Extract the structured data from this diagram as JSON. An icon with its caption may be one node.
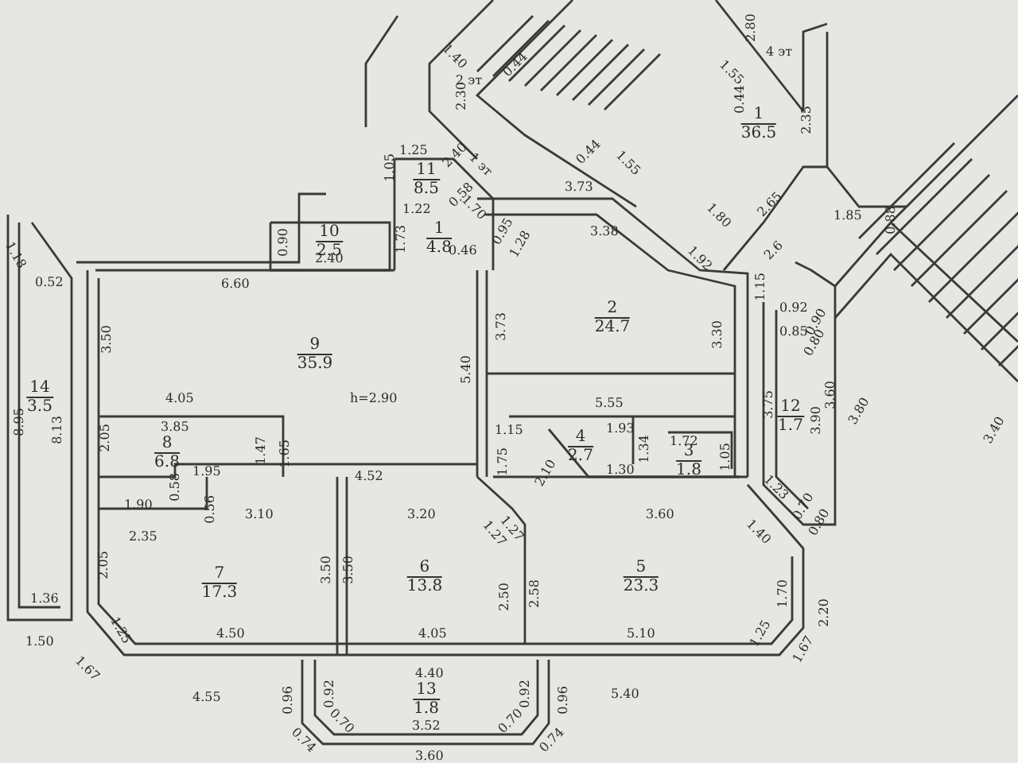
{
  "diagram": {
    "nodes": [
      {
        "text": [
          "1",
          "36.5"
        ]
      },
      {
        "text": [
          "11",
          "8.5"
        ]
      },
      {
        "text": [
          "10",
          "2.5"
        ]
      },
      {
        "text": [
          "1",
          "4.8"
        ]
      },
      {
        "text": [
          "2",
          "24.7"
        ]
      },
      {
        "text": [
          "9",
          "35.9"
        ]
      },
      {
        "text": [
          "14",
          "3.5"
        ]
      },
      {
        "text": [
          "12",
          "1.7"
        ]
      },
      {
        "text": [
          "8",
          "6.8"
        ]
      },
      {
        "text": [
          "4",
          "2.7"
        ]
      },
      {
        "text": [
          "3",
          "1.8"
        ]
      },
      {
        "text": [
          "6",
          "13.8"
        ]
      },
      {
        "text": [
          "7",
          "17.3"
        ]
      },
      {
        "text": [
          "5",
          "23.3"
        ]
      },
      {
        "text": [
          "13",
          "1.8"
        ]
      }
    ],
    "labels": [
      "2.80",
      "4 эт",
      "1.40",
      "0.44",
      "1.55",
      "2 эт",
      "2.30",
      "0.44",
      "2.35",
      "1.05",
      "1.25",
      "2.40",
      "1 эт",
      "0.44",
      "1.55",
      "3.73",
      "1.22",
      "0.58",
      "1.70",
      "2.65",
      "1.80",
      "1.85",
      "0.88",
      "3.38",
      "0.95",
      "0.46",
      "1.28",
      "1.92",
      "2.6",
      "0.90",
      "1.73",
      "2.40",
      "1.18",
      "0.52",
      "6.60",
      "1.15",
      "3.50",
      "3.73",
      "3.30",
      "0.92",
      "0.90",
      "0.85",
      "0.80",
      "5.40",
      "4.05",
      "h=2.90",
      "5.55",
      "3.75",
      "3.60",
      "3.90",
      "3.80",
      "3.85",
      "8.95",
      "8.13",
      "2.05",
      "1.15",
      "1.93",
      "1.72",
      "1.47",
      "1.65",
      "3.40",
      "1.34",
      "1.05",
      "1.95",
      "2.10",
      "1.30",
      "1.75",
      "4.52",
      "0.58",
      "1.90",
      "0.56",
      "3.10",
      "3.20",
      "3.60",
      "1.23",
      "0.70",
      "0.80",
      "2.35",
      "1.27",
      "1.27",
      "1.40",
      "2.05",
      "3.50",
      "3.50",
      "2.50",
      "2.58",
      "1.70",
      "2.20",
      "1.36",
      "1.50",
      "1.25",
      "4.50",
      "4.05",
      "5.10",
      "1.25",
      "1.67",
      "1.67",
      "4.55",
      "4.40",
      "5.40",
      "0.96",
      "0.92",
      "0.92",
      "0.96",
      "3.52",
      "0.70",
      "0.70",
      "0.74",
      "0.74",
      "3.60"
    ]
  }
}
